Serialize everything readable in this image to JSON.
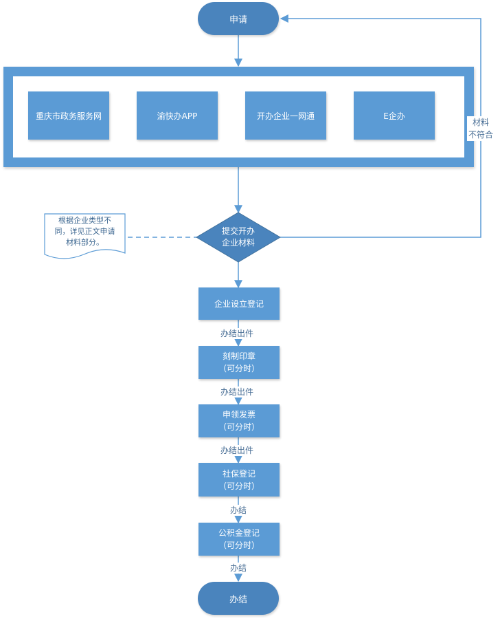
{
  "start": {
    "label": "申请"
  },
  "channels": [
    "重庆市政务服务网",
    "渝快办APP",
    "开办企业一网通",
    "E企办"
  ],
  "reject_label": {
    "line1": "材料",
    "line2": "不符合"
  },
  "decision": {
    "line1": "提交开办",
    "line2": "企业材料"
  },
  "note": {
    "line1": "根据企业类型不",
    "line2": "同，详见正文申请",
    "line3": "材料部分。"
  },
  "steps": [
    {
      "title": "企业设立登记",
      "sub": ""
    },
    {
      "title": "刻制印章",
      "sub": "（可分时）"
    },
    {
      "title": "申领发票",
      "sub": "（可分时）"
    },
    {
      "title": "社保登记",
      "sub": "（可分时）"
    },
    {
      "title": "公积金登记",
      "sub": "（可分时）"
    }
  ],
  "edge_labels": [
    "办结出件",
    "办结出件",
    "办结出件",
    "办结",
    "办结"
  ],
  "end": {
    "label": "办结"
  },
  "colors": {
    "box": "#5B9BD5",
    "terminal": "#4A84BD",
    "line": "#5B9BD5",
    "text": "#ffffff"
  }
}
